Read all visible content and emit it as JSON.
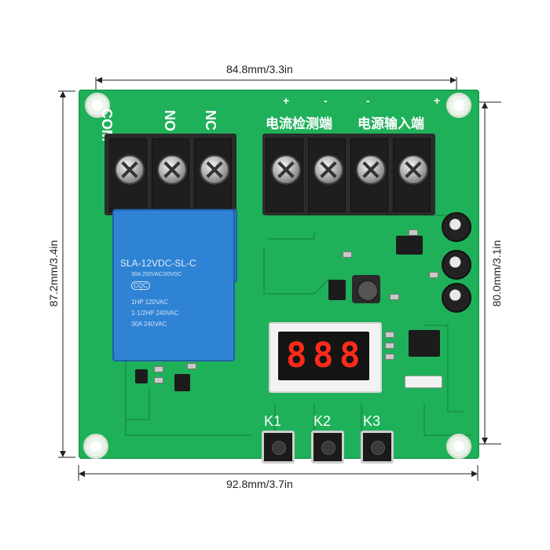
{
  "dimensions": {
    "top": "84.8mm/3.3in",
    "left": "87.2mm/3.4in",
    "right": "80.0mm/3.1in",
    "bottom": "92.8mm/3.7in"
  },
  "labels": {
    "com": "COM",
    "no": "NO",
    "nc": "NC",
    "current_detect": "电流检测端",
    "power_input": "电源输入端",
    "plus_1": "+",
    "minus_1": "-",
    "minus_2": "-",
    "plus_2": "+"
  },
  "relay": {
    "model": "SLA-12VDC-SL-C",
    "line1": "30A  250VAC/30VDC",
    "mark": "CQC",
    "line2": "1HP 120VAC",
    "line3": "1-1/2HP 240VAC",
    "line4": "30A 240VAC"
  },
  "display": {
    "digits": [
      "8",
      "8",
      "8"
    ],
    "color": "#ff2a1a"
  },
  "buttons": {
    "k1": "K1",
    "k2": "K2",
    "k3": "K3"
  },
  "colors": {
    "pcb": "#1fb05a",
    "relay": "#2f83d4",
    "terminal": "#1e1e1e"
  }
}
